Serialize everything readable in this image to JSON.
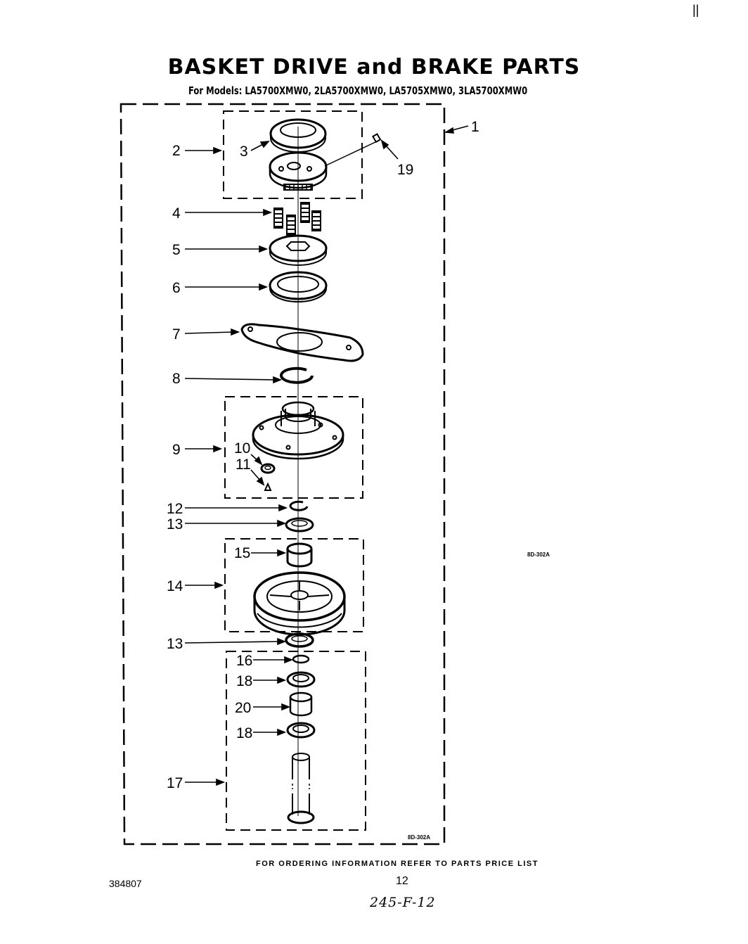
{
  "title": "BASKET DRIVE and BRAKE PARTS",
  "models": "For Models: LA5700XMW0, 2LA5700XMW0, LA5705XMW0, 3LA5700XMW0",
  "corner_mark": "||",
  "side_reference": "8D-302A",
  "box_reference": "8D-302A",
  "footer_note": "FOR ORDERING INFORMATION REFER TO PARTS PRICE LIST",
  "doc_number": "384807",
  "page_number": "12",
  "handwritten_note": "245-F-12",
  "callouts": {
    "c1": "1",
    "c2": "2",
    "c3": "3",
    "c4": "4",
    "c5": "5",
    "c6": "6",
    "c7": "7",
    "c8": "8",
    "c9": "9",
    "c10": "10",
    "c11": "11",
    "c12": "12",
    "c13a": "13",
    "c13b": "13",
    "c14": "14",
    "c15": "15",
    "c16": "16",
    "c17": "17",
    "c18a": "18",
    "c18b": "18",
    "c19": "19",
    "c20": "20"
  }
}
